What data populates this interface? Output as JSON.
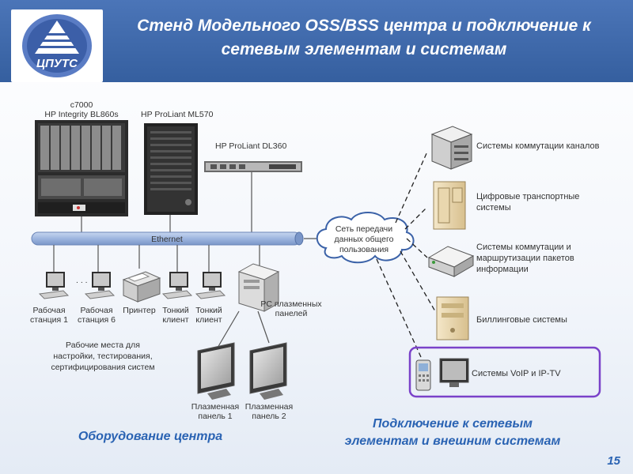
{
  "header": {
    "title_line1": "Стенд  Модельного OSS/BSS центра и подключение к",
    "title_line2": "сетевым элементам и системам",
    "logo_text": "ЦПУТС"
  },
  "servers": {
    "blade_line1": "c7000",
    "blade_line2": "HP Integrity BL860s",
    "ml570": "HP ProLiant ML570",
    "dl360": "HP ProLiant DL360"
  },
  "bus_label": "Ethernet",
  "cloud": {
    "line1": "Сеть передачи",
    "line2": "данных общего",
    "line3": "пользования"
  },
  "workstations": {
    "ws1_line1": "Рабочая",
    "ws1_line2": "станция 1",
    "dots": ". . .",
    "ws6_line1": "Рабочая",
    "ws6_line2": "станция 6",
    "printer": "Принтер",
    "thin1_line1": "Тонкий",
    "thin1_line2": "клиент",
    "thin2_line1": "Тонкий",
    "thin2_line2": "клиент",
    "pc_line1": "PC плазменных",
    "pc_line2": "панелей",
    "panel1_line1": "Плазменная",
    "panel1_line2": "панель 1",
    "panel2_line1": "Плазменная",
    "panel2_line2": "панель 2"
  },
  "workplaces": {
    "line1": "Рабочие места для",
    "line2": "настройки, тестирования,",
    "line3": "сертифицирования систем"
  },
  "systems": {
    "s1": "Системы коммутации каналов",
    "s2_line1": "Цифровые транспортные",
    "s2_line2": "системы",
    "s3_line1": "Системы коммутации и",
    "s3_line2": "маршрутизации пакетов",
    "s3_line3": "информации",
    "s4": "Биллинговые системы",
    "s5": "Системы VoIP и IP-TV"
  },
  "footer": {
    "left": "Оборудование центра",
    "right_line1": "Подключение к сетевым",
    "right_line2": "элементам и внешним системам",
    "page": "15"
  },
  "colors": {
    "header": "#3d67aa",
    "accent_text": "#2a63b3",
    "highlight_box": "#7a42c9",
    "bus": "#9eb6df"
  }
}
